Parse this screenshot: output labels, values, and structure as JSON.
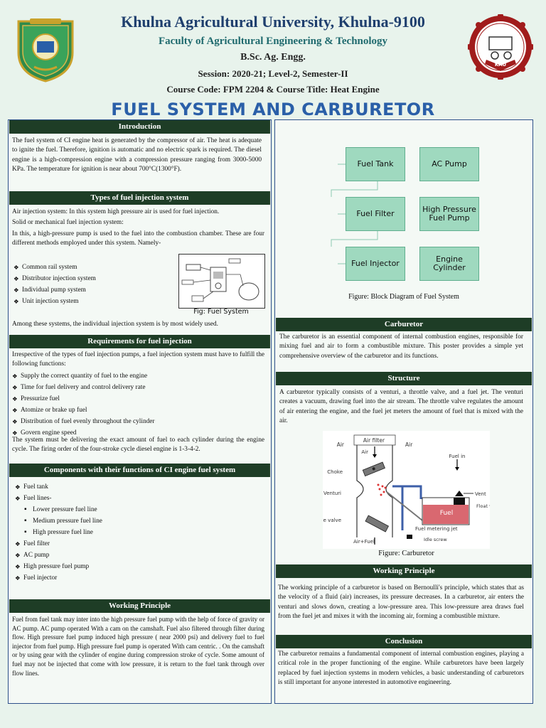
{
  "header": {
    "university": "Khulna Agricultural University, Khulna-9100",
    "faculty": "Faculty of Agricultural Engineering & Technology",
    "degree": "B.Sc. Ag. Engg.",
    "session": "Session: 2020-21; Level-2, Semester-II",
    "course": "Course Code: FPM 2204 & Course Title: Heat Engine",
    "title": "FUEL SYSTEM AND CARBURETOR",
    "seal_text": "KAU"
  },
  "left": {
    "intro": {
      "heading": "Introduction",
      "body": "The fuel system of CI engine heat is generated by the compressor of air. The heat is adequate to ignite the fuel. Therefore, ignition is automatic and no electric spark is required. The diesel engine is a high-compression engine with a compression pressure ranging from 3000-5000 KPa. The temperature for ignition is near about 700°C(1300°F)."
    },
    "types": {
      "heading": "Types of fuel injection system",
      "p1": "Air injection system: In this system high pressure air is used for fuel injection.",
      "p2": "Solid or mechanical fuel injection system:",
      "p3": "In this, a high-pressure pump is used to the fuel into the combustion chamber. These are four different methods employed under this system. Namely-",
      "items": [
        "Common rail system",
        "Distributor injection system",
        "Individual pump system",
        "Unit injection system"
      ],
      "fig_caption": "Fig: Fuel System",
      "p4": "Among these systems, the individual injection system is by most widely used."
    },
    "requirements": {
      "heading": "Requirements for fuel injection",
      "p1": "Irrespective of the types of fuel injection pumps, a fuel injection system must have to fulfill the following functions:",
      "items": [
        "Supply the correct quantity of fuel to the engine",
        "Time for fuel delivery and control delivery rate",
        "Pressurize fuel",
        "Atomize or brake up fuel",
        "Distribution of fuel evenly throughout the cylinder",
        "Govern engine speed"
      ],
      "p2": "The system must be delivering the exact amount of fuel to each cylinder during the engine cycle. The firing order of the four-stroke cycle diesel engine is 1-3-4-2."
    },
    "components": {
      "heading": "Components with their functions of CI engine fuel system",
      "item1": "Fuel tank",
      "item2": "Fuel lines-",
      "subitems": [
        "Lower pressure fuel line",
        "Medium pressure fuel line",
        "High pressure fuel line"
      ],
      "items_after": [
        "Fuel filter",
        "AC pump",
        "High pressure fuel pump",
        "Fuel injector"
      ]
    },
    "working": {
      "heading": "Working Principle",
      "body": "Fuel from fuel tank may inter into the high pressure fuel pump with the help of force of gravity or AC pump. AC pump operated With a cam on the camshaft. Fuel also filtered through filter during flow. High pressure fuel pump induced high pressure ( near 2000 psi) and delivery fuel to fuel injector from fuel pump. High pressure fuel pump is operated With cam centric. . On the camshaft or by using gear with the cylinder of engine during compression stroke of cycle. Some amount of fuel may not be injected that come with low pressure, it is return to the fuel tank through over flow lines."
    }
  },
  "right": {
    "block_diagram": {
      "boxes": [
        "Fuel Tank",
        "AC Pump",
        "Fuel Filter",
        "High Pressure Fuel Pump",
        "Fuel Injector",
        "Engine Cylinder"
      ],
      "caption": "Figure: Block Diagram of Fuel System"
    },
    "carburetor": {
      "heading": "Carburetor",
      "body": "The carburetor is an essential component of internal combustion engines, responsible for mixing fuel and air to form a combustible mixture. This poster provides a simple yet comprehensive overview of the carburetor and its functions."
    },
    "structure": {
      "heading": "Structure",
      "body": "A carburetor typically consists of a venturi, a throttle valve, and a fuel jet. The venturi creates a vacuum, drawing fuel into the air stream. The throttle valve regulates the amount of air entering the engine, and the fuel jet meters the amount of fuel that is mixed with the air.",
      "labels": {
        "air_filter": "Air filter",
        "air_left": "Air",
        "air_right": "Air",
        "air_inner": "Air",
        "choke": "Choke",
        "venturi": "Venturi",
        "throttle": "Throttle valve",
        "fuel_in": "Fuel in",
        "vent": "Vent",
        "float": "Float valve",
        "fuel": "Fuel",
        "metering": "Fuel metering jet",
        "idle": "Idle screw",
        "air_fuel": "Air+Fuel"
      },
      "caption": "Figure: Carburetor"
    },
    "working": {
      "heading": "Working Principle",
      "body": "The working principle of a carburetor is based on Bernoulli's principle, which states that as the velocity of a fluid (air) increases, its pressure decreases. In a carburetor, air enters the venturi and slows down, creating a low-pressure area. This low-pressure area draws fuel from the fuel jet and mixes it with the incoming air, forming a combustible mixture."
    },
    "conclusion": {
      "heading": "Conclusion",
      "body": "The carburetor remains a fundamental component of internal combustion engines, playing a critical role in the proper functioning of the engine. While carburetors have been largely replaced by fuel injection systems in modern vehicles, a basic understanding of carburetors is still important for anyone interested in automotive engineering."
    }
  },
  "colors": {
    "background": "#e8f3ec",
    "section_bar": "#1e3d26",
    "title_blue": "#2a5fa8",
    "block_fill": "#9fd9bf",
    "seal_red": "#a11c1c"
  },
  "icons": [
    "university-logo-icon",
    "faculty-seal-icon"
  ]
}
